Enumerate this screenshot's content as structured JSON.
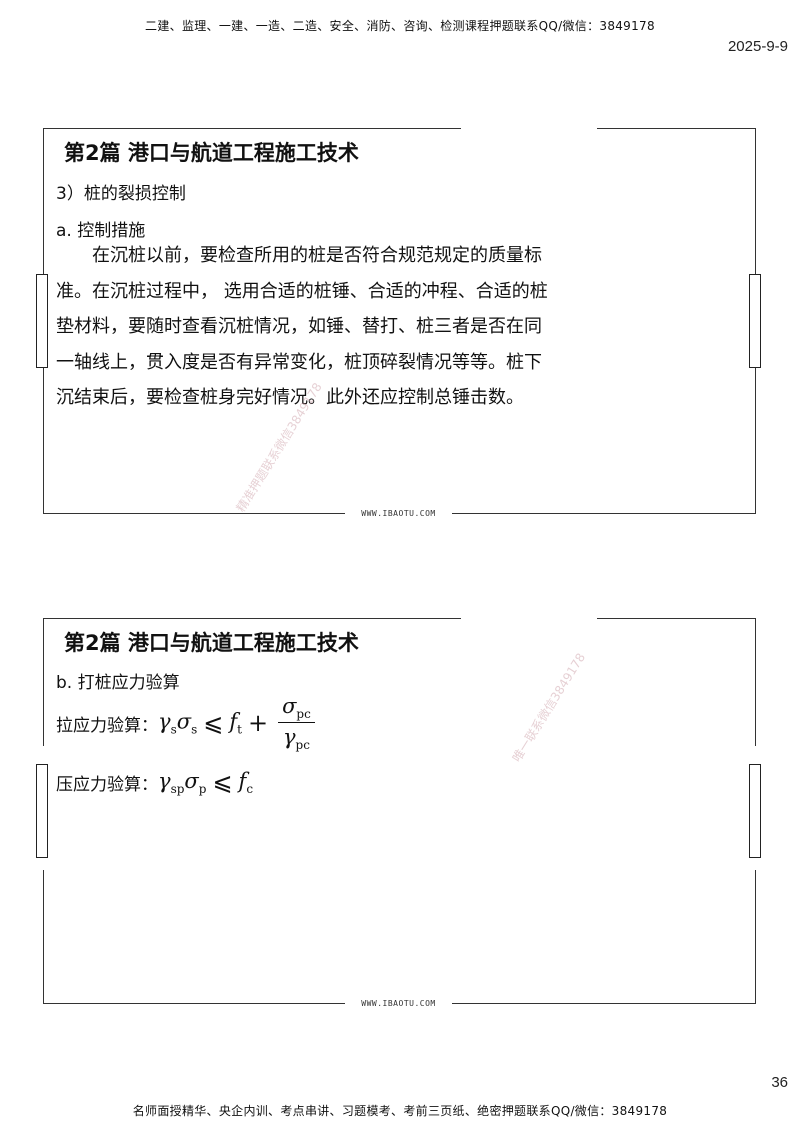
{
  "header": {
    "top_text": "二建、监理、一建、一造、二造、安全、消防、咨询、检测课程押题联系QQ/微信：3849178",
    "date": "2025-9-9"
  },
  "footer": {
    "bottom_text": "名师面授精华、央企内训、考点串讲、习题模考、考前三页纸、绝密押题联系QQ/微信：3849178",
    "page_number": "36"
  },
  "slides": [
    {
      "title": "第2篇  港口与航道工程施工技术",
      "section": "3）桩的裂损控制",
      "subsection": "a. 控制措施",
      "paragraph_lines": [
        "　　在沉桩以前，要检查所用的桩是否符合规范规定的质量标",
        "准。在沉桩过程中， 选用合适的桩锤、合适的冲程、合适的桩",
        "垫材料，要随时查看沉桩情况，如锤、替打、桩三者是否在同",
        "一轴线上，贯入度是否有异常变化，桩顶碎裂情况等等。桩下",
        "沉结束后，要检查桩身完好情况。此外还应控制总锤击数。"
      ],
      "site": "WWW.IBAOTU.COM",
      "watermark": "精准押题联系微信3849178"
    },
    {
      "title": "第2篇  港口与航道工程施工技术",
      "subsection": "b. 打桩应力验算",
      "tension_label": "拉应力验算：",
      "compression_label": "压应力验算：",
      "formula_tension": {
        "gamma": "γ",
        "gamma_sub": "s",
        "sigma": "σ",
        "sigma_sub": "s",
        "rel": "⩽",
        "f": "f",
        "f_sub": "t",
        "plus": "+",
        "num": "σ",
        "num_sub": "pc",
        "den": "γ",
        "den_sub": "pc"
      },
      "formula_compression": {
        "gamma": "γ",
        "gamma_sub": "sp",
        "sigma": "σ",
        "sigma_sub": "p",
        "rel": "⩽",
        "f": "f",
        "f_sub": "c"
      },
      "site": "WWW.IBAOTU.COM",
      "watermark": "唯一联系微信3849178"
    }
  ]
}
